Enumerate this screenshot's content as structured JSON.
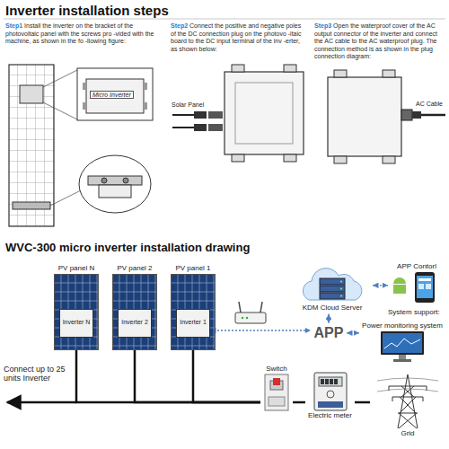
{
  "diagram": {
    "title": "Inverter installation steps",
    "nodes": [
      {
        "text": [
          "PV panel N"
        ]
      },
      {
        "text": [
          "Inverter N"
        ],
        "in": 0
      },
      {
        "text": [
          "PV panel 2"
        ]
      },
      {
        "text": [
          "Inverter 2"
        ],
        "in": 2
      },
      {
        "text": [
          "PV panel 1"
        ]
      },
      {
        "text": [
          "Inverter 1"
        ],
        "in": 4
      },
      {
        "text": [
          "KDM Cloud Server"
        ]
      },
      {
        "text": [
          "APP Contorl"
        ]
      },
      {
        "text": [
          "APP"
        ]
      },
      {
        "text": [
          "Power monitoring system"
        ]
      },
      {
        "text": [
          "Switch"
        ]
      },
      {
        "text": [
          "Electric meter"
        ]
      },
      {
        "text": [
          "Grid"
        ]
      }
    ],
    "edges": [
      {
        "from": 6,
        "to": 7,
        "arrow": "both"
      },
      {
        "from": 6,
        "to": 8,
        "arrow": "both"
      },
      {
        "from": 8,
        "to": 9,
        "arrow": "both"
      },
      {
        "from": 5,
        "to": 8,
        "arrow": "both"
      },
      {
        "from": 1,
        "to": 10,
        "arrow": "none"
      },
      {
        "from": 3,
        "to": 10,
        "arrow": "none"
      },
      {
        "from": 5,
        "to": 10,
        "arrow": "none"
      },
      {
        "from": 10,
        "to": 11,
        "arrow": "none"
      },
      {
        "from": 11,
        "to": 12,
        "arrow": "none"
      }
    ],
    "labels": [
      "Step1",
      "Install the inverter on the bracket of the photovoltaic panel with the screws pro -vided with the machine, as shown in the fo -llowing figure:",
      "Step2",
      "Connect the positive and negative poles of the DC connection plug on the photovo -ltaic board to the DC input terminal of the inv -erter, as shown below:",
      "Step3",
      "Open the waterproof cover of the AC output connector of the inverter and connect the AC cable to the AC waterproof plug. The connection method is as shown in the plug connection diagram:",
      "Micro Inverter",
      "Solar Panel",
      "AC Cable",
      "WVC-300 micro inverter installation drawing",
      "System support:",
      "Connect up to 25 units Inverter"
    ]
  }
}
